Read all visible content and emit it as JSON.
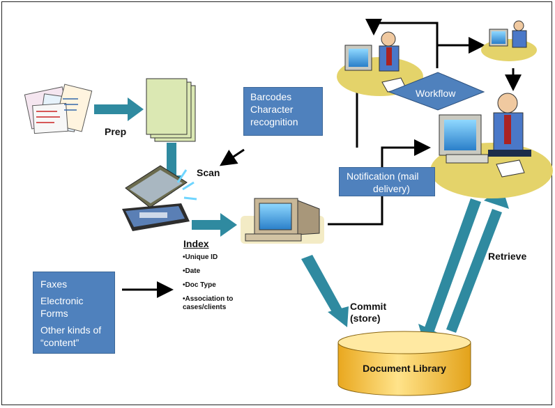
{
  "boxes": {
    "recognition": [
      "Barcodes",
      "Character",
      "recognition"
    ],
    "sources": [
      "Faxes",
      "Electronic",
      "Forms",
      "Other kinds of",
      "“content”"
    ],
    "notification": [
      "Notification (mail",
      "delivery)"
    ]
  },
  "labels": {
    "prep": "Prep",
    "scan": "Scan",
    "commit": [
      "Commit",
      "(store)"
    ],
    "retrieve": "Retrieve",
    "workflow": "Workflow",
    "document_library": "Document Library"
  },
  "index": {
    "title": "Index",
    "items": [
      "•Unique ID",
      "•Date",
      "•Doc Type",
      "•Association to cases/clients"
    ]
  },
  "colors": {
    "box_fill": "#4f81bd",
    "arrow_teal": "#2f8aa0",
    "library_fill": "#f6c545",
    "desk_yellow": "#e4d36a",
    "page_green": "#dbe8b3"
  }
}
